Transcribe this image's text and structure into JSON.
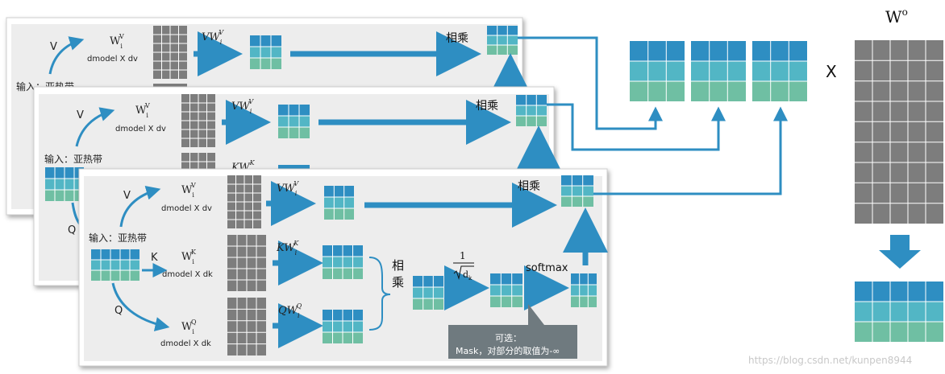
{
  "colors": {
    "blue": "#2e8ec2",
    "teal": "#52b6c5",
    "green": "#6fbfa3",
    "gray": "#7d7d7d",
    "arrow": "#2e8ec2",
    "panel": "#ededed",
    "note_bg": "#6f7a7f"
  },
  "heads": [
    {
      "input_label": "输入：亚热带",
      "v_letter": "V",
      "wv": "W",
      "wv_sup": "V",
      "wv_sub": "i",
      "wv_dim": "dmodel X dv",
      "vw": "VW",
      "vw_sup": "V",
      "vw_sub": "i",
      "mult_label": "相乘"
    },
    {
      "input_label": "输入：亚热带",
      "v_letter": "V",
      "q_letter": "Q",
      "wv": "W",
      "wv_sup": "V",
      "wv_sub": "i",
      "wv_dim": "dmodel X dv",
      "vw": "VW",
      "vw_sup": "V",
      "vw_sub": "i",
      "kw_partial": "KW",
      "kw_partial_sup": "K",
      "mult_label": "相乘"
    },
    {
      "input_label": "输入：亚热带",
      "v_letter": "V",
      "k_letter": "K",
      "q_letter": "Q",
      "wv": "W",
      "wv_sup": "V",
      "wv_sub": "i",
      "wv_dim": "dmodel X dv",
      "wk": "W",
      "wk_sup": "K",
      "wk_sub": "i",
      "wk_dim": "dmodel X dk",
      "wq": "W",
      "wq_sup": "Q",
      "wq_sub": "i",
      "wq_dim": "dmodel X dk",
      "vw": "VW",
      "vw_sup": "V",
      "vw_sub": "i",
      "kw": "KW",
      "kw_sup": "K",
      "kw_sub": "i",
      "qw": "QW",
      "qw_sup": "Q",
      "qw_sub": "i",
      "mult_label": "相乘",
      "mult2_top": "相",
      "mult2_bottom": "乘",
      "scale_num": "1",
      "scale_den": "d",
      "scale_den_sub": "k",
      "softmax": "softmax",
      "note_line1": "可选：",
      "note_line2": "Mask，对部分的取值为-∞"
    }
  ],
  "right": {
    "times": "X",
    "wo": "W",
    "wo_sup": "o"
  },
  "watermark": "https://blog.csdn.net/kunpen8944"
}
